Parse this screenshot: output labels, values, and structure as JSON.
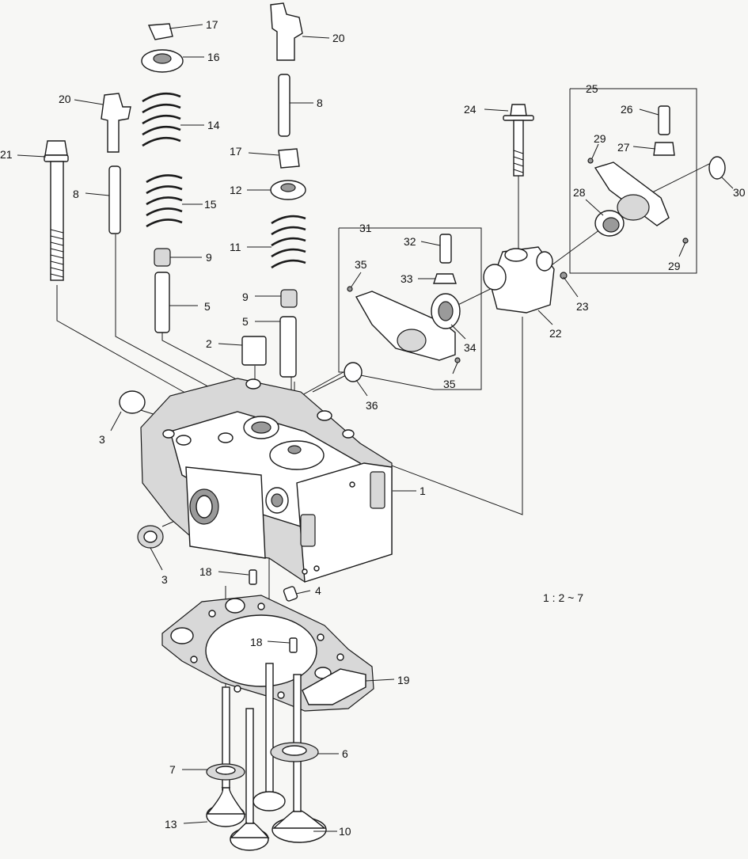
{
  "diagram": {
    "callouts": [
      {
        "id": "c1",
        "text": "1"
      },
      {
        "id": "c2",
        "text": "2"
      },
      {
        "id": "c3a",
        "text": "3"
      },
      {
        "id": "c3b",
        "text": "3"
      },
      {
        "id": "c4",
        "text": "4"
      },
      {
        "id": "c5a",
        "text": "5"
      },
      {
        "id": "c5b",
        "text": "5"
      },
      {
        "id": "c6",
        "text": "6"
      },
      {
        "id": "c7",
        "text": "7"
      },
      {
        "id": "c8a",
        "text": "8"
      },
      {
        "id": "c8b",
        "text": "8"
      },
      {
        "id": "c9a",
        "text": "9"
      },
      {
        "id": "c9b",
        "text": "9"
      },
      {
        "id": "c10",
        "text": "10"
      },
      {
        "id": "c11",
        "text": "11"
      },
      {
        "id": "c12",
        "text": "12"
      },
      {
        "id": "c13",
        "text": "13"
      },
      {
        "id": "c14",
        "text": "14"
      },
      {
        "id": "c15",
        "text": "15"
      },
      {
        "id": "c16",
        "text": "16"
      },
      {
        "id": "c17a",
        "text": "17"
      },
      {
        "id": "c17b",
        "text": "17"
      },
      {
        "id": "c18a",
        "text": "18"
      },
      {
        "id": "c18b",
        "text": "18"
      },
      {
        "id": "c19",
        "text": "19"
      },
      {
        "id": "c20a",
        "text": "20"
      },
      {
        "id": "c20b",
        "text": "20"
      },
      {
        "id": "c21",
        "text": "21"
      },
      {
        "id": "c22",
        "text": "22"
      },
      {
        "id": "c23",
        "text": "23"
      },
      {
        "id": "c24",
        "text": "24"
      },
      {
        "id": "c25",
        "text": "25"
      },
      {
        "id": "c26",
        "text": "26"
      },
      {
        "id": "c27",
        "text": "27"
      },
      {
        "id": "c28",
        "text": "28"
      },
      {
        "id": "c29a",
        "text": "29"
      },
      {
        "id": "c29b",
        "text": "29"
      },
      {
        "id": "c30",
        "text": "30"
      },
      {
        "id": "c31",
        "text": "31"
      },
      {
        "id": "c32",
        "text": "32"
      },
      {
        "id": "c33",
        "text": "33"
      },
      {
        "id": "c34",
        "text": "34"
      },
      {
        "id": "c35a",
        "text": "35"
      },
      {
        "id": "c35b",
        "text": "35"
      },
      {
        "id": "c36",
        "text": "36"
      }
    ],
    "scale_note": "1 : 2 ~ 7"
  }
}
